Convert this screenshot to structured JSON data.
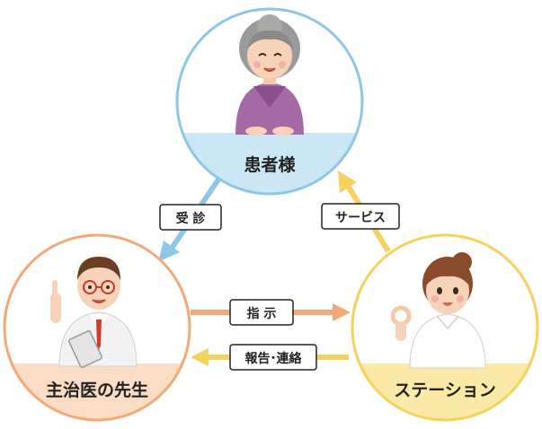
{
  "nodes": {
    "patient": {
      "label": "患者様",
      "ring_color": "#8ec7e6",
      "fill_color": "#cbe6f5"
    },
    "doctor": {
      "label": "主治医の先生",
      "ring_color": "#f4a878",
      "fill_color": "#fbdcc4"
    },
    "station": {
      "label": "ステーション",
      "ring_color": "#f5d15e",
      "fill_color": "#fbe9a8"
    }
  },
  "edges": {
    "consult": {
      "label": "受 診",
      "color": "#8ec7e6"
    },
    "service": {
      "label": "サービス",
      "color": "#f5d15e"
    },
    "instruct": {
      "label": "指 示",
      "color": "#f4a878"
    },
    "report": {
      "label": "報告･連絡",
      "color": "#f5d15e"
    }
  },
  "icons": {
    "patient": "elderly-woman-icon",
    "doctor": "doctor-icon",
    "station": "nurse-icon"
  }
}
